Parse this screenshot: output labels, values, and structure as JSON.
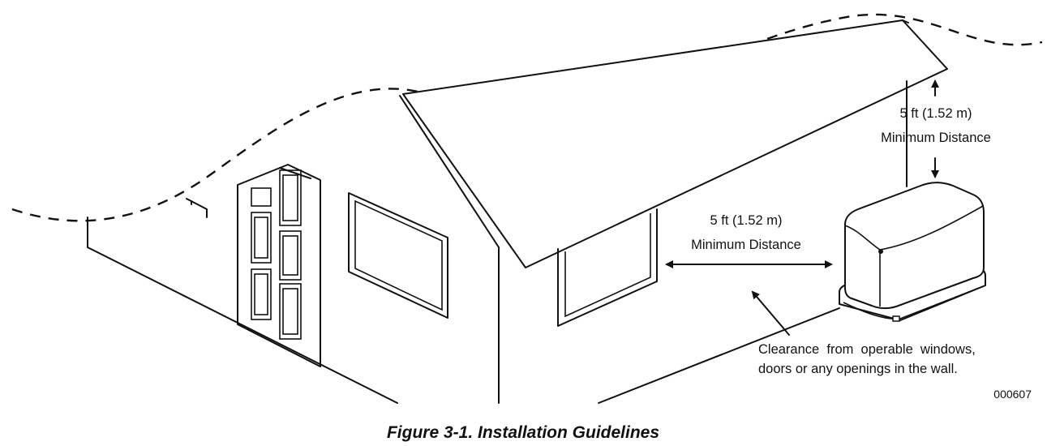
{
  "labels": {
    "vertical_distance": "5 ft (1.52 m)",
    "vertical_caption": "Minimum Distance",
    "horizontal_distance": "5 ft (1.52 m)",
    "horizontal_caption": "Minimum Distance",
    "clearance_line1": "Clearance  from  operable  windows,",
    "clearance_line2": "doors or any openings in the wall.",
    "figure_code": "000607"
  },
  "caption": "Figure 3-1. Installation Guidelines"
}
